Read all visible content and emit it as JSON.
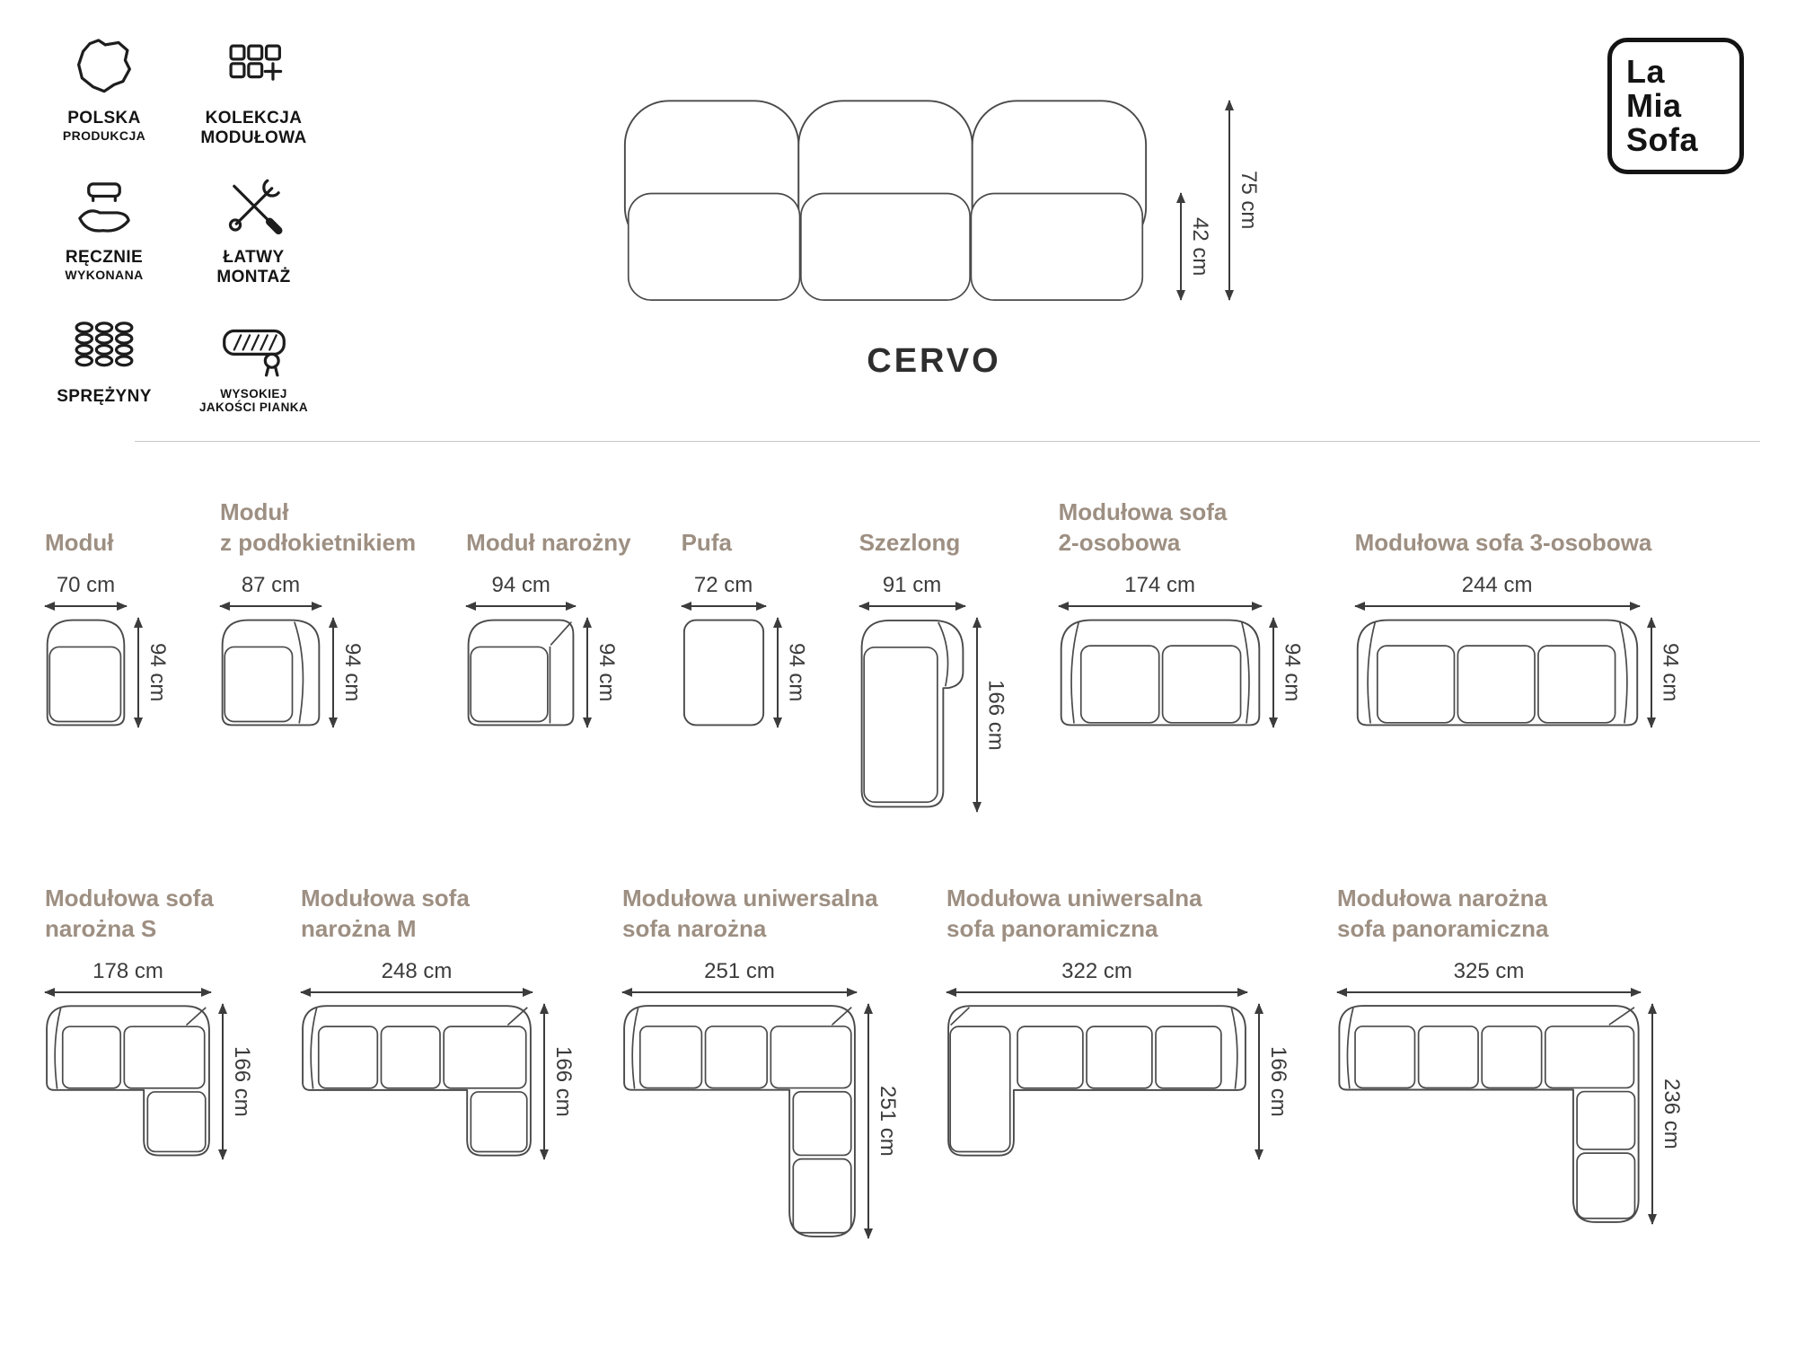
{
  "brand": {
    "lines": [
      "La",
      "Mia",
      "Sofa"
    ]
  },
  "model": {
    "name": "CERVO"
  },
  "hero": {
    "total_height": "75 cm",
    "seat_height": "42 cm"
  },
  "features": [
    {
      "icon": "poland-map-icon",
      "line1": "POLSKA",
      "line2": "PRODUKCJA"
    },
    {
      "icon": "modular-collection-icon",
      "line1": "KOLEKCJA",
      "line2": "MODUŁOWA"
    },
    {
      "icon": "handmade-icon",
      "line1": "RĘCZNIE",
      "line2": "WYKONANA"
    },
    {
      "icon": "easy-assembly-icon",
      "line1": "ŁATWY",
      "line2": "MONTAŻ"
    },
    {
      "icon": "springs-icon",
      "line1": "SPRĘŻYNY",
      "line2": ""
    },
    {
      "icon": "foam-icon",
      "line1": "WYSOKIEJ",
      "line2": "JAKOŚCI PIANKA"
    }
  ],
  "modules": [
    {
      "name": "Moduł",
      "name2": "",
      "width": "70 cm",
      "depth": "94 cm"
    },
    {
      "name": "Moduł",
      "name2": "z podłokietnikiem",
      "width": "87 cm",
      "depth": "94 cm"
    },
    {
      "name": "Moduł narożny",
      "name2": "",
      "width": "94 cm",
      "depth": "94 cm"
    },
    {
      "name": "Pufa",
      "name2": "",
      "width": "72 cm",
      "depth": "94 cm"
    },
    {
      "name": "Szezlong",
      "name2": "",
      "width": "91 cm",
      "depth": "166 cm"
    },
    {
      "name": "Modułowa sofa",
      "name2": "2-osobowa",
      "width": "174 cm",
      "depth": "94 cm"
    },
    {
      "name": "Modułowa sofa 3-osobowa",
      "name2": "",
      "width": "244 cm",
      "depth": "94 cm"
    },
    {
      "name": "Modułowa sofa",
      "name2": "narożna S",
      "width": "178 cm",
      "depth": "166 cm"
    },
    {
      "name": "Modułowa sofa",
      "name2": "narożna M",
      "width": "248 cm",
      "depth": "166 cm"
    },
    {
      "name": "Modułowa uniwersalna",
      "name2": "sofa narożna",
      "width": "251 cm",
      "depth": "251 cm"
    },
    {
      "name": "Modułowa uniwersalna",
      "name2": "sofa panoramiczna",
      "width": "322 cm",
      "depth": "166 cm"
    },
    {
      "name": "Modułowa narożna",
      "name2": "sofa panoramiczna",
      "width": "325 cm",
      "depth": "236 cm"
    }
  ]
}
